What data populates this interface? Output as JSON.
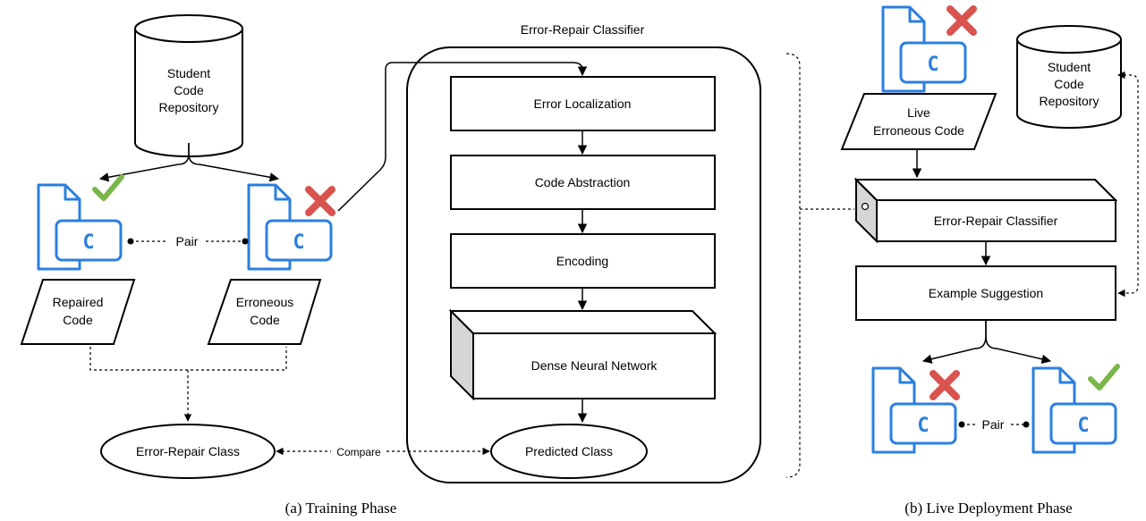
{
  "training": {
    "repository": [
      "Student",
      "Code",
      "Repository"
    ],
    "repaired_code": [
      "Repaired",
      "Code"
    ],
    "erroneous_code": [
      "Erroneous",
      "Code"
    ],
    "pair_label": "Pair",
    "compare_label": "Compare",
    "error_repair_class": "Error-Repair Class",
    "classifier_title": "Error-Repair Classifier",
    "steps": [
      "Error Localization",
      "Code Abstraction",
      "Encoding",
      "Dense Neural Network"
    ],
    "predicted_class": "Predicted Class",
    "caption": "(a) Training Phase"
  },
  "deployment": {
    "live_code": [
      "Live",
      "Erroneous Code"
    ],
    "repository": [
      "Student",
      "Code",
      "Repository"
    ],
    "classifier": "Error-Repair Classifier",
    "example_suggestion": "Example Suggestion",
    "pair_label": "Pair",
    "caption": "(b) Live Deployment Phase"
  },
  "file_icon_letter": "C",
  "colors": {
    "file_blue": "#2b7fe0",
    "check_green": "#7ab648",
    "cross_red": "#d9534f"
  },
  "icons": [
    "code-file-icon",
    "check-icon",
    "cross-icon"
  ]
}
